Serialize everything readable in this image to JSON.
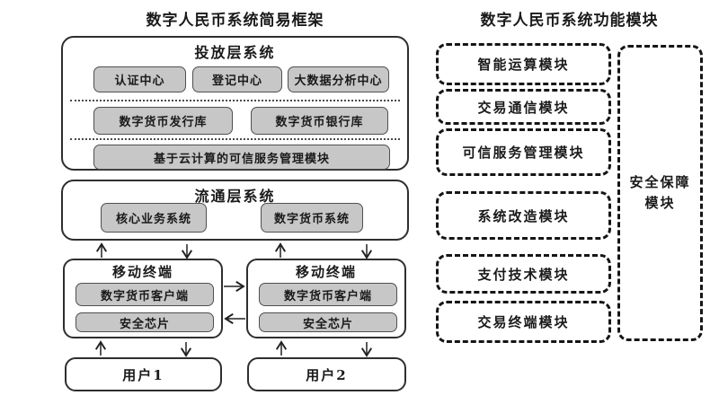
{
  "left": {
    "title": "数字人民币系统简易框架",
    "distribution": {
      "title": "投放层系统",
      "row1": [
        "认证中心",
        "登记中心",
        "大数据分析中心"
      ],
      "row2": [
        "数字货币发行库",
        "数字货币银行库"
      ],
      "row3": [
        "基于云计算的可信服务管理模块"
      ]
    },
    "circulation": {
      "title": "流通层系统",
      "items": [
        "核心业务系统",
        "数字货币系统"
      ]
    },
    "terminals": [
      {
        "title": "移动终端",
        "items": [
          "数字货币客户端",
          "安全芯片"
        ]
      },
      {
        "title": "移动终端",
        "items": [
          "数字货币客户端",
          "安全芯片"
        ]
      }
    ],
    "users": [
      "用户1",
      "用户2"
    ]
  },
  "right": {
    "title": "数字人民币系统功能模块",
    "modules": [
      "智能运算模块",
      "交易通信模块",
      "可信服务管理模块",
      "系统改造模块",
      "支付技术模块",
      "交易终端模块"
    ],
    "security_module": "安全保障模块"
  },
  "colors": {
    "page_bg": "#ffffff",
    "node_fill": "#c7c7c7",
    "node_border": "#4f4f4f",
    "line_dark": "#2e2e2e",
    "dash_dark": "#151515",
    "text": "#1a1a1a"
  }
}
